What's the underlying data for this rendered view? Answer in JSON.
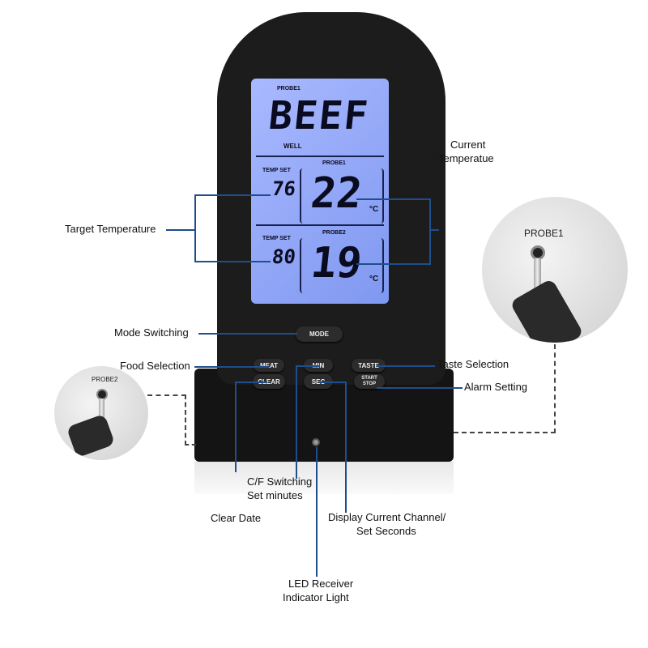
{
  "screen": {
    "probe1_top": "PROBE1",
    "food": "BEEF",
    "doneness": "WELL",
    "temp_set_1": "TEMP SET",
    "target_1": "76",
    "unit": "°C",
    "probe1_label": "PROBE1",
    "current_1": "22",
    "temp_set_2": "TEMP SET",
    "target_2": "80",
    "probe2_label": "PROBE2",
    "current_2": "19"
  },
  "buttons": {
    "mode": "MODE",
    "meat": "MEAT",
    "clear": "CLEAR",
    "min": "MIN",
    "sec": "SEC",
    "taste": "TASTE",
    "start_stop": "START STOP"
  },
  "callouts": {
    "target_temperature": "Target Temperature",
    "current_1": "Current",
    "current_2": "Temperatue",
    "mode_switching": "Mode Switching",
    "food_selection": "Food Selection",
    "taste_selection": "Taste Selection",
    "alarm_setting": "Alarm Setting",
    "cf_1": "C/F Switching",
    "cf_2": "Set minutes",
    "clear_date": "Clear Date",
    "display_1": "Display Current Channel/",
    "display_2": "Set Seconds",
    "led_1": "LED Receiver",
    "led_2": "Indicator Light"
  },
  "probes": {
    "probe1": "PROBE1",
    "probe2": "PROBE2"
  },
  "colors": {
    "screen": "#8fa6f5",
    "callout_line": "#1f4e8c",
    "body": "#1c1c1c"
  }
}
